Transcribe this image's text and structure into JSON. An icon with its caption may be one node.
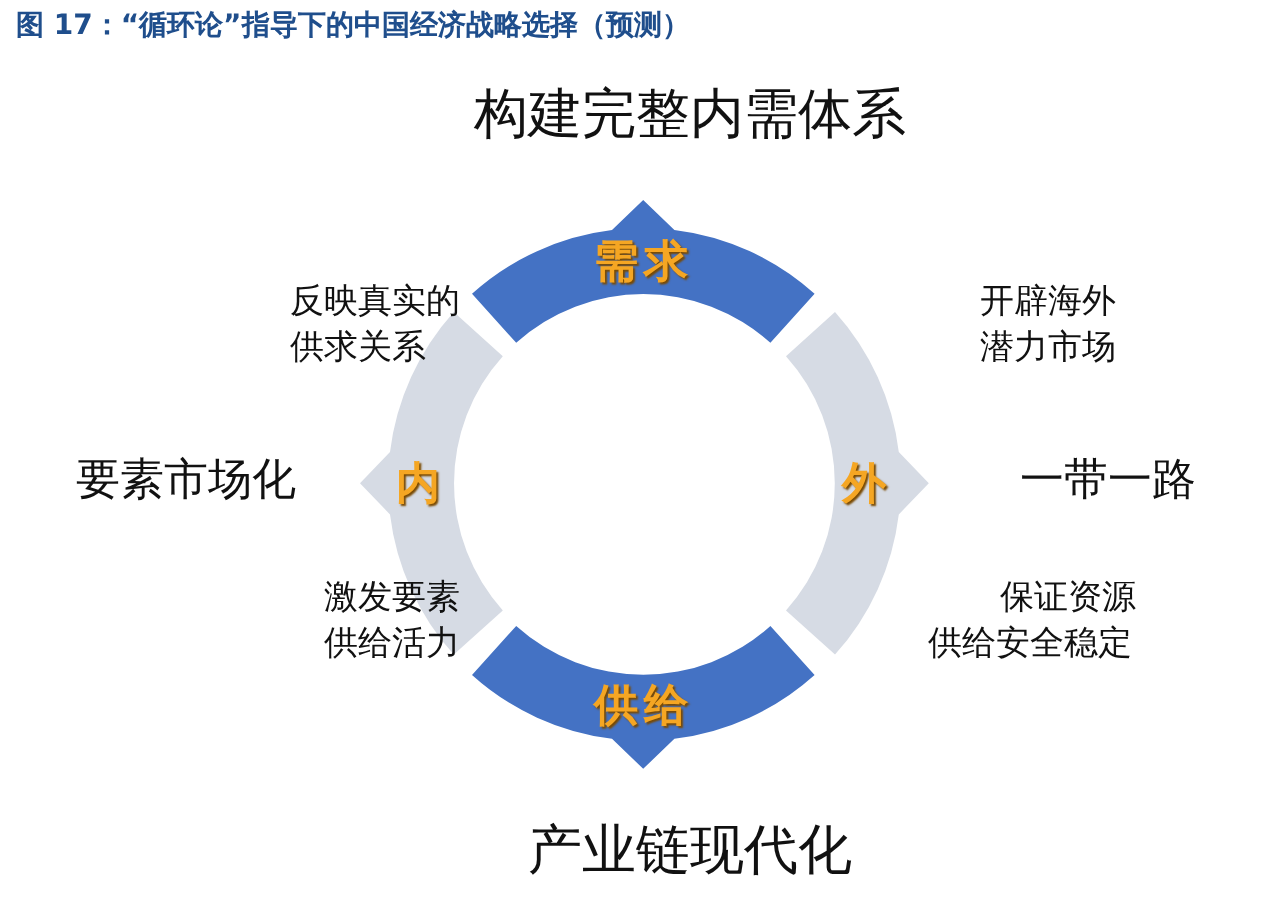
{
  "diagram": {
    "title": "图 17：“循环论”指导下的中国经济战略选择（预测）",
    "nodes": [
      {
        "text": [
          "需求"
        ]
      },
      {
        "text": [
          "内"
        ]
      },
      {
        "text": [
          "外"
        ]
      },
      {
        "text": [
          "供给"
        ]
      }
    ],
    "edges": [],
    "labels": [
      "构建完整内需体系",
      "反映真实的供求关系",
      "开辟海外潜力市场",
      "要素市场化",
      "一带一路",
      "激发要素供给活力",
      "保证资源供给安全稳定",
      "产业链现代化"
    ]
  }
}
